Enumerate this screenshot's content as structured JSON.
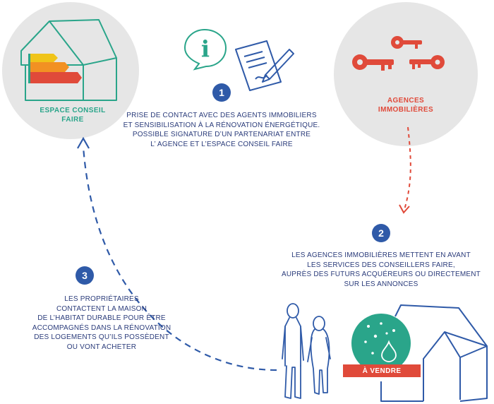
{
  "nodes": {
    "espace": {
      "label_line1": "ESPACE CONSEIL",
      "label_line2": "FAIRE"
    },
    "agences": {
      "label_line1": "AGENCES",
      "label_line2": "IMMOBILIÈRES"
    }
  },
  "steps": [
    {
      "number": "1",
      "lines": [
        "PRISE DE CONTACT AVEC DES AGENTS IMMOBILIERS",
        "ET SENSIBILISATION À LA RÉNOVATION ÉNERGÉTIQUE.",
        "POSSIBLE SIGNATURE D’UN PARTENARIAT ENTRE",
        "L’ AGENCE ET L’ESPACE CONSEIL FAIRE"
      ]
    },
    {
      "number": "2",
      "lines": [
        "LES AGENCES IMMOBILIÈRES METTENT EN AVANT",
        "LES SERVICES DES CONSEILLERS FAIRE,",
        "AUPRÈS DES FUTURS ACQUÉREURS OU DIRECTEMENT",
        "SUR LES ANNONCES"
      ]
    },
    {
      "number": "3",
      "lines": [
        "LES PROPRIÉTAIRES",
        "CONTACTENT LA MAISON",
        "DE L’HABITAT DURABLE POUR ÊTRE",
        "ACCOMPAGNÉS DANS LA RÉNOVATION",
        "DES LOGEMENTS QU’ILS POSSÈDENT",
        "OU VONT ACHETER"
      ]
    }
  ],
  "sale_sign": "À VENDRE",
  "colors": {
    "blue": "#2f5aa8",
    "navy": "#2a3b7a",
    "red": "#e04a3a",
    "teal": "#2aa58a",
    "grey": "#e6e6e6"
  }
}
